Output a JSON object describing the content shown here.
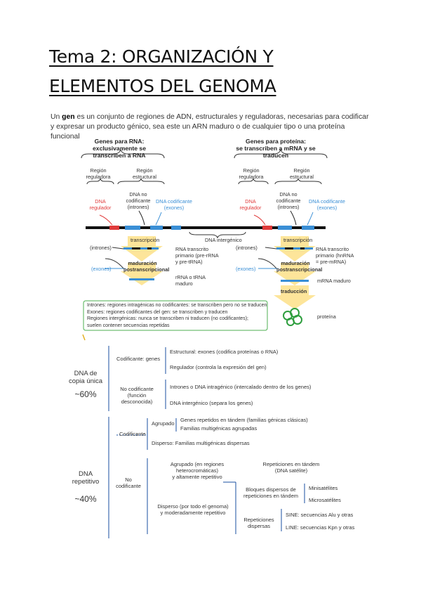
{
  "title": {
    "line1": "Tema 2: ORGANIZACIÓN Y",
    "line2": "ELEMENTOS DEL GENOMA"
  },
  "intro": {
    "pre": "Un ",
    "bold": "gen",
    "post": " es un conjunto de regiones de ADN, estructurales y reguladoras, necesarias para codificar y expresar un producto génico, sea este un ARN maduro o de cualquier tipo o una proteína funcional"
  },
  "figure": {
    "left_header": "Genes para RNA:\nexclusivamente se transcriben a RNA",
    "right_header": "Genes para proteína:\nse transcriben a mRNA y se traducen",
    "region_reguladora": "Región\nreguladora",
    "region_estructural": "Región\nestructural",
    "dna_no_codificante": "DNA no\ncodificante\n(intrones)",
    "dna_regulador": "DNA\nregulador",
    "dna_codificante": "DNA codificante\n(exones)",
    "dna_intergenico": "DNA intergénico",
    "transcripcion": "transcripción",
    "intrones": "(intrones)",
    "exones": "(exones)",
    "maduracion": "maduración\npostranscripcional",
    "rna_primario": "RNA transcrito\nprimario (pre-rRNA\ny pre-tRNA)",
    "rna_maduro": "rRNA o tRNA\nmaduro",
    "rna_primario_mrna": "RNA transcrito\nprimario (hnRNA\n= pre-mRNA)",
    "mrna_maduro": "mRNA maduro",
    "traduccion": "traducción",
    "proteina": "proteína",
    "legend": "Intrones: regiones intragénicas no codificantes: se transcriben pero no se traducen\nExones: regiones codificantes del gen: se transcriben y traducen\nRegiones intergénicas: nunca se transcriben ni traducen (no codificantes);\nsuelen contener secuencias repetidas"
  },
  "tree": {
    "copia_unica": {
      "label": "DNA de\ncopia única",
      "pct": "~60%"
    },
    "codificante_genes": "Codificante: genes",
    "estructural": "Estructural: exones (codifica proteínas o RNA)",
    "regulador": "Regulador (controla la expresión del gen)",
    "no_codificante": "No codificante\n(función desconocida)",
    "intrones": "Intrones o DNA intragénico (intercalado dentro de los genes)",
    "intergenico": "DNA intergénico (separa los genes)",
    "repetitivo": {
      "label": "DNA\nrepetitivo",
      "pct": "~40%"
    },
    "codificante": "Codificante",
    "agrupado": "Agrupado",
    "genes_tandem": "Genes repetidos en tándem (familias génicas clásicas)",
    "familias_agrupadas": "Familias multigénicas agrupadas",
    "disperso": "Disperso: Familias multigénicas dispersas",
    "no_codificante_rep": "No\ncodificante",
    "agrupado_hetero": "Agrupado (en regiones heterocromáticas)\ny altamente repetitivo",
    "repeticiones_tandem": "Repeticiones en tándem\n(DNA satélite)",
    "bloques": "Bloques dispersos de\nrepeticiones en tándem",
    "minisatelites": "Minisatélites",
    "microsatelites": "Microsatélites",
    "disperso_genoma": "Disperso (por todo el genoma)\ny moderadamente repetitivo",
    "repeticiones_dispersas": "Repeticiones\ndispersas",
    "sine": "SINE: secuencias Alu y otras",
    "line": "LINE: secuencias Kpn y otras"
  }
}
